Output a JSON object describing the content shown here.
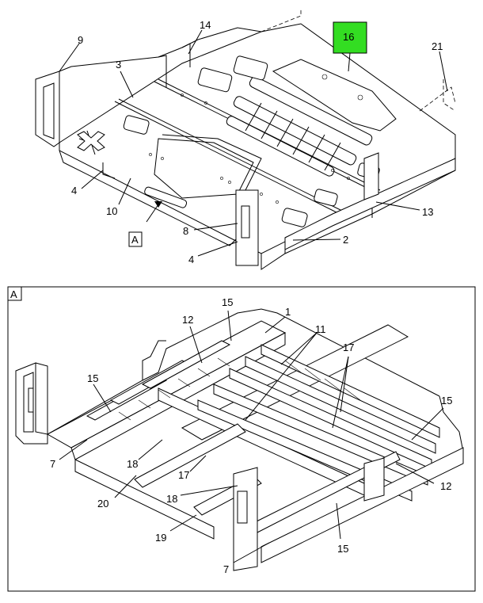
{
  "top_view": {
    "callouts": [
      "9",
      "14",
      "16",
      "21",
      "3",
      "4",
      "10",
      "13",
      "8",
      "2",
      "4"
    ],
    "view_ref_label": "A",
    "highlight_color": "#33dd22"
  },
  "detail_view": {
    "frame_label": "A",
    "callouts": [
      "15",
      "1",
      "12",
      "11",
      "17",
      "15",
      "15",
      "7",
      "18",
      "17",
      "20",
      "12",
      "18",
      "19",
      "15",
      "7"
    ]
  }
}
